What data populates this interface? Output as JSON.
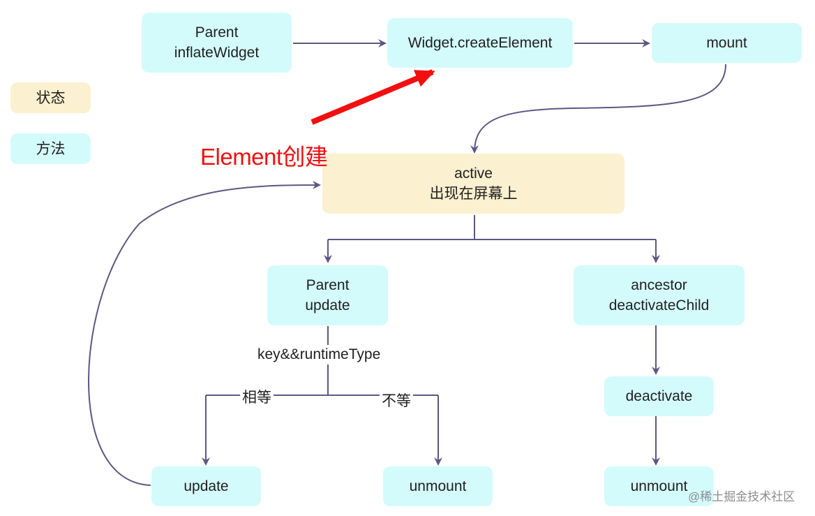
{
  "legend": {
    "state_label": "状态",
    "method_label": "方法",
    "state_color": "#fbf0cf",
    "method_color": "#d4fbfc"
  },
  "nodes": {
    "parent_inflate": {
      "line1": "Parent",
      "line2": "inflateWidget",
      "type": "method"
    },
    "create_element": {
      "line1": "Widget.createElement",
      "type": "method"
    },
    "mount": {
      "line1": "mount",
      "type": "method"
    },
    "active": {
      "line1": "active",
      "line2": "出现在屏幕上",
      "type": "state"
    },
    "parent_update": {
      "line1": "Parent",
      "line2": "update",
      "type": "method"
    },
    "ancestor_deactivate": {
      "line1": "ancestor",
      "line2": "deactivateChild",
      "type": "method"
    },
    "deactivate": {
      "line1": "deactivate",
      "type": "method"
    },
    "update": {
      "line1": "update",
      "type": "method"
    },
    "unmount_left": {
      "line1": "unmount",
      "type": "method"
    },
    "unmount_right": {
      "line1": "unmount",
      "type": "method"
    }
  },
  "edge_labels": {
    "condition": "key&&runtimeType",
    "equal": "相等",
    "not_equal": "不等"
  },
  "annotation": {
    "text": "Element创建",
    "color": "#f10f0f"
  },
  "watermark": "@稀土掘金技术社区",
  "edge_color": "#5b5883"
}
